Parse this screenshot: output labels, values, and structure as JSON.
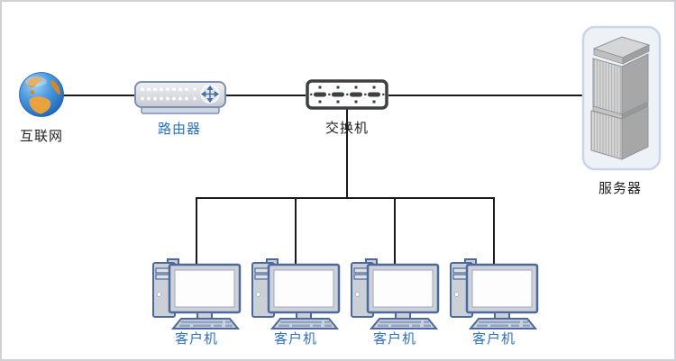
{
  "diagram": {
    "type": "network-topology",
    "nodes": {
      "internet": {
        "id": "internet",
        "icon": "globe-icon",
        "label": "互联网",
        "label_color": "#1f1f1f"
      },
      "router": {
        "id": "router",
        "icon": "router-icon",
        "label": "路由器",
        "label_color": "#2b71c4"
      },
      "switch": {
        "id": "switch",
        "icon": "switch-icon",
        "label": "交换机",
        "label_color": "#1f1f1f"
      },
      "server": {
        "id": "server",
        "icon": "server-icon",
        "label": "服务器",
        "label_color": "#1f1f1f"
      },
      "clients": [
        {
          "id": "client-1",
          "icon": "desktop-computer-icon",
          "label": "客户机",
          "label_color": "#2b71c4"
        },
        {
          "id": "client-2",
          "icon": "desktop-computer-icon",
          "label": "客户机",
          "label_color": "#2b71c4"
        },
        {
          "id": "client-3",
          "icon": "desktop-computer-icon",
          "label": "客户机",
          "label_color": "#2b71c4"
        },
        {
          "id": "client-4",
          "icon": "desktop-computer-icon",
          "label": "客户机",
          "label_color": "#2b71c4"
        }
      ]
    },
    "connections": [
      {
        "from": "internet",
        "to": "router"
      },
      {
        "from": "router",
        "to": "switch"
      },
      {
        "from": "switch",
        "to": "server"
      },
      {
        "from": "switch",
        "to": "client-1"
      },
      {
        "from": "switch",
        "to": "client-2"
      },
      {
        "from": "switch",
        "to": "client-3"
      },
      {
        "from": "switch",
        "to": "client-4"
      }
    ],
    "colors": {
      "link": "#1a1a1a",
      "label_blue": "#2b71c4",
      "label_black": "#1f1f1f",
      "client_outline": "#4d699c",
      "device_fill": "#cbd0d6",
      "router_outline": "#7d90b4",
      "switch_outline": "#3d3f42",
      "server_panel_fill": "#eef2f7",
      "server_panel_border": "#c9d6e6"
    }
  }
}
